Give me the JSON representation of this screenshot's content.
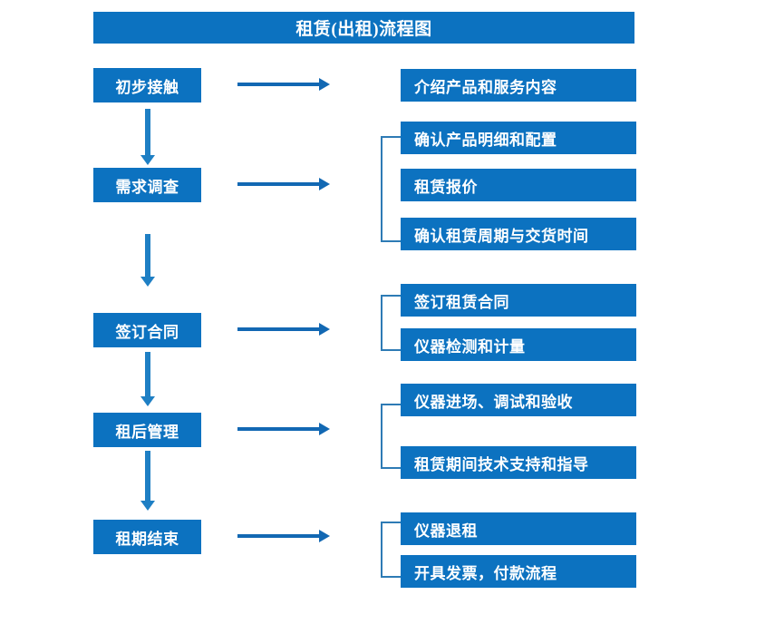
{
  "diagram": {
    "title": "租赁(出租)流程图",
    "theme": {
      "box_fill": "#0c72c0",
      "box_text": "#ffffff",
      "arrow_color": "#1268b3",
      "bracket_color": "#2e7bb5",
      "background": "#ffffff"
    },
    "stages": [
      {
        "id": "stage-1",
        "label": "初步接触",
        "details": [
          "介绍产品和服务内容"
        ],
        "bracketed": false
      },
      {
        "id": "stage-2",
        "label": "需求调查",
        "details": [
          "确认产品明细和配置",
          "租赁报价",
          "确认租赁周期与交货时间"
        ],
        "bracketed": true
      },
      {
        "id": "stage-3",
        "label": "签订合同",
        "details": [
          "签订租赁合同",
          "仪器检测和计量"
        ],
        "bracketed": true
      },
      {
        "id": "stage-4",
        "label": "租后管理",
        "details": [
          "仪器进场、调试和验收",
          "租赁期间技术支持和指导"
        ],
        "bracketed": true
      },
      {
        "id": "stage-5",
        "label": "租期结束",
        "details": [
          "仪器退租",
          "开具发票，付款流程"
        ],
        "bracketed": true
      }
    ]
  }
}
